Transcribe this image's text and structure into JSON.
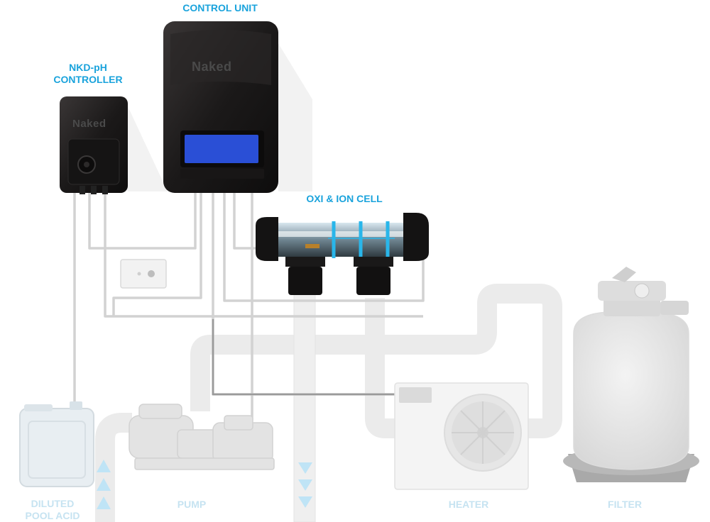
{
  "labels": {
    "control_unit": "CONTROL UNIT",
    "ph_controller": [
      "NKD-pH",
      "CONTROLLER"
    ],
    "cell": "OXI & ION CELL",
    "acid": [
      "DILUTED",
      "POOL ACID"
    ],
    "pump": "PUMP",
    "heater": "HEATER",
    "filter": "FILTER"
  },
  "brand": "Naked",
  "colors": {
    "accent": "#1aa3dc",
    "muted_label": "#c6e3f1",
    "pipe": "#e9e9e9",
    "cable": "#cfcfcf",
    "device_dark": "#1d1b1b",
    "lcd": "#2a4fd6"
  },
  "flow_arrows": {
    "up": "triangle-up",
    "down": "triangle-down"
  }
}
